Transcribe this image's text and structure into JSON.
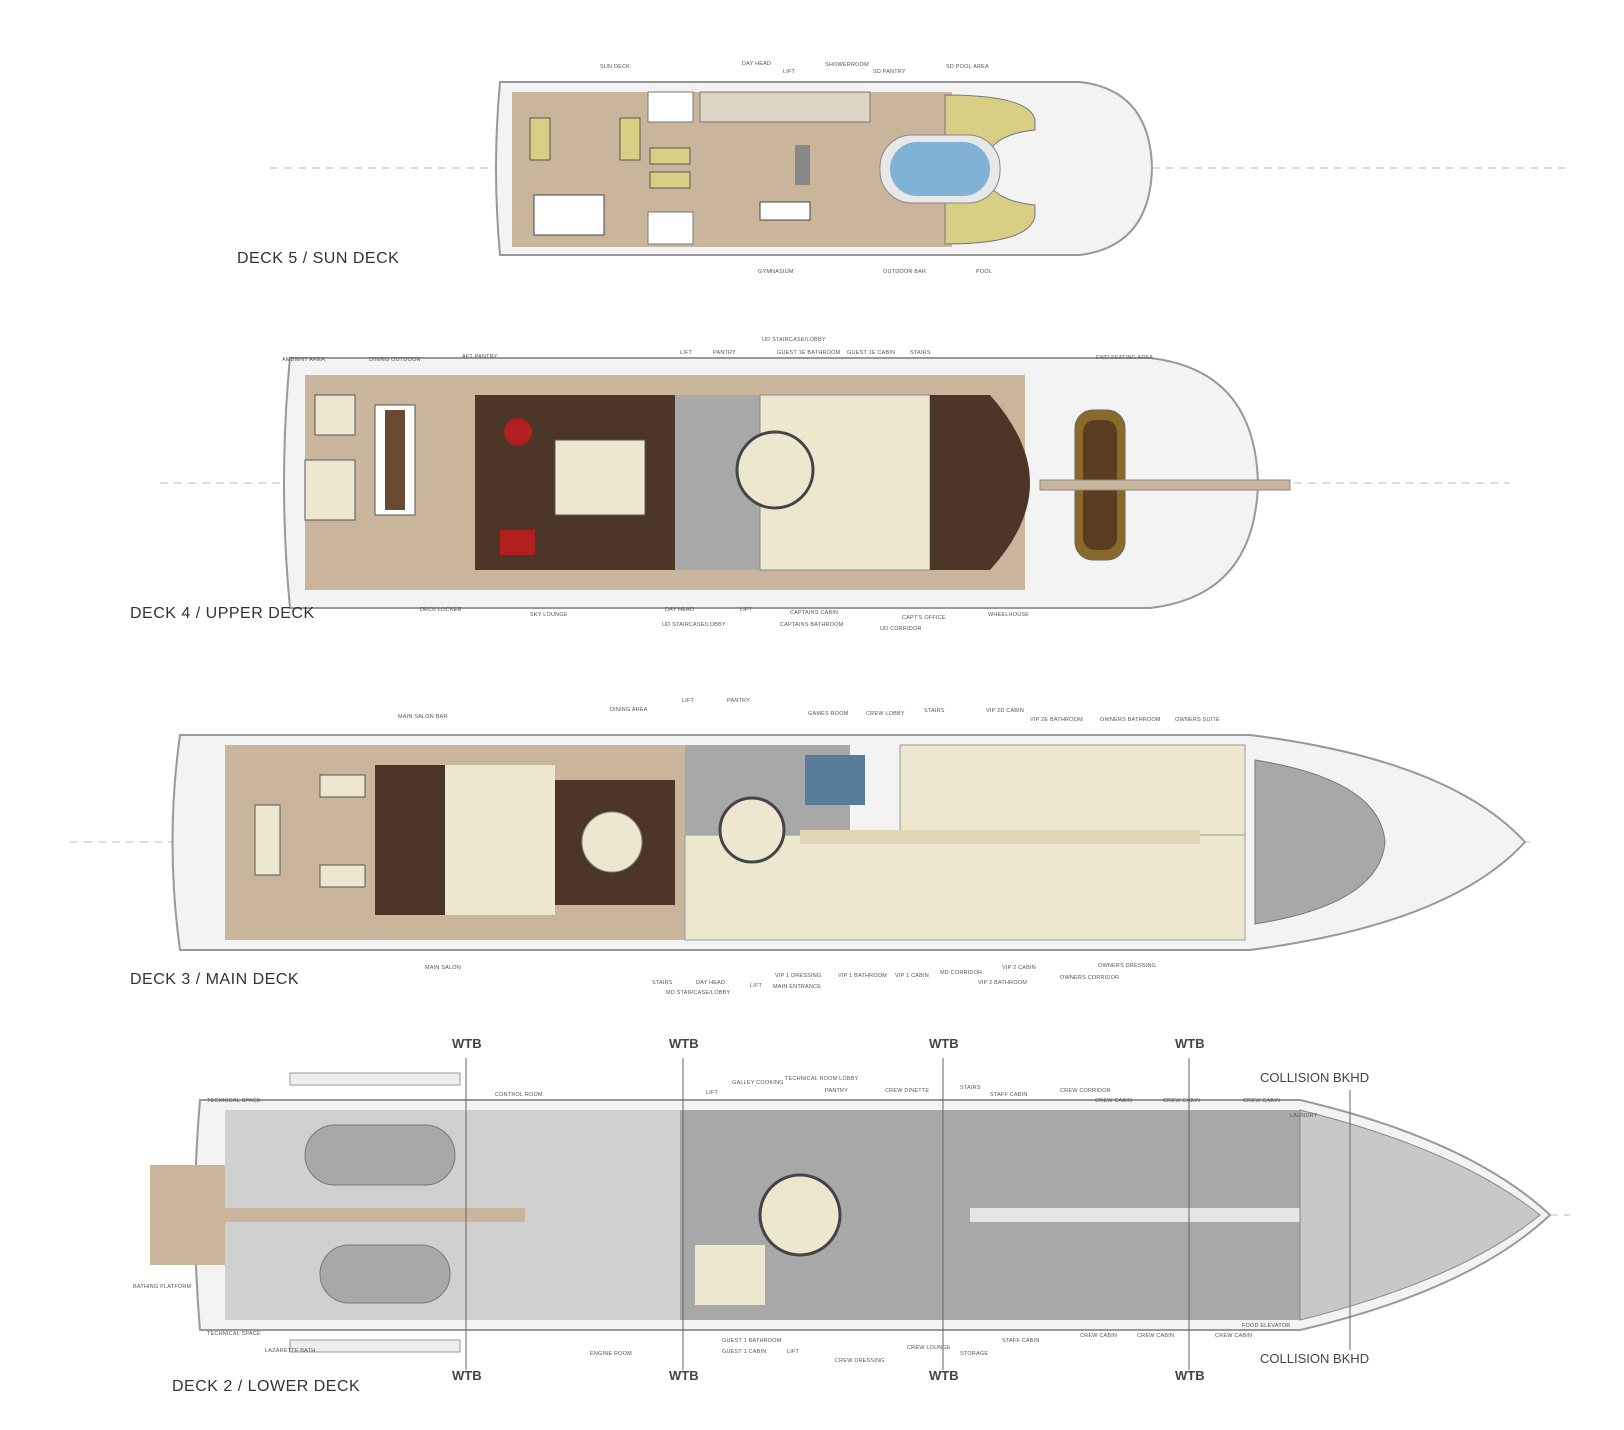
{
  "decks": [
    {
      "title": "DECK 5 / SUN DECK",
      "labels": [
        "SUN DECK",
        "DAY HEAD",
        "LIFT",
        "SHOWERROOM",
        "SD PANTRY",
        "SD POOL AREA",
        "GYMNASIUM",
        "OUTDOOR BAR",
        "POOL"
      ]
    },
    {
      "title": "DECK 4 / UPPER DECK",
      "labels": [
        "AMBIENT AREA",
        "DINING OUTDOOR",
        "AFT PANTRY",
        "LIFT",
        "PANTRY",
        "UD STAIRCASE/LOBBY",
        "GUEST 1E BATHROOM",
        "GUEST 1E CABIN",
        "STAIRS",
        "FWD SEATING AREA",
        "DECK LOCKER",
        "SKY LOUNGE",
        "DAY HEAD",
        "LIFT",
        "UD STAIRCASE/LOBBY",
        "CAPTAINS CABIN",
        "CAPTAINS BATHROOM",
        "CAPT'S OFFICE",
        "UD CORRIDOR",
        "WHEELHOUSE"
      ]
    },
    {
      "title": "DECK 3 / MAIN DECK",
      "labels": [
        "MAIN SALON BAR",
        "DINING AREA",
        "LIFT",
        "PANTRY",
        "GAMES ROOM",
        "CREW LOBBY",
        "STAIRS",
        "VIP 2D CABIN",
        "VIP 2E BATHROOM",
        "OWNERS BATHROOM",
        "OWNERS SUITE",
        "MAIN SALON",
        "STAIRS",
        "DAY HEAD",
        "MD STAIRCASE/LOBBY",
        "LIFT",
        "VIP 1 DRESSING",
        "MAIN ENTRANCE",
        "VIP 1 BATHROOM",
        "VIP 1 CABIN",
        "MD CORRIDOR",
        "VIP 2 CABIN",
        "VIP 2 BATHROOM",
        "OWNERS CORRIDOR",
        "OWNERS DRESSING"
      ]
    },
    {
      "title": "DECK 2 / LOWER DECK",
      "labels": [
        "TECHNICAL SPACE",
        "CONTROL ROOM",
        "LIFT",
        "GALLEY COOKING",
        "TECHNICAL ROOM LOBBY",
        "PANTRY",
        "CREW DINETTE",
        "STAIRS",
        "STAFF CABIN",
        "CREW CORRIDOR",
        "CREW CABIN",
        "CREW CABIN",
        "CREW CABIN",
        "LAUNDRY",
        "BATHING PLATFORM",
        "TECHNICAL SPACE",
        "LAZARETTE BATH",
        "ENGINE ROOM",
        "GUEST 1 BATHROOM",
        "GUEST 1 CABIN",
        "LIFT",
        "CREW DRESSING",
        "CREW LOUNGE",
        "STORAGE",
        "STAFF CABIN",
        "CREW CABIN",
        "CREW CABIN",
        "FOOD ELEVATOR",
        "CREW CABIN"
      ]
    }
  ],
  "bulkheads": {
    "wtb": "WTB",
    "collision": "COLLISION BKHD"
  },
  "colors": {
    "teak": "#c9b59b",
    "interior_dark": "#4b3628",
    "cream": "#eee7cf",
    "service_grey": "#a8a8a8",
    "hull": "#f3f3f3",
    "pool": "#7fb2d4",
    "upholstery": "#d9cf84"
  }
}
